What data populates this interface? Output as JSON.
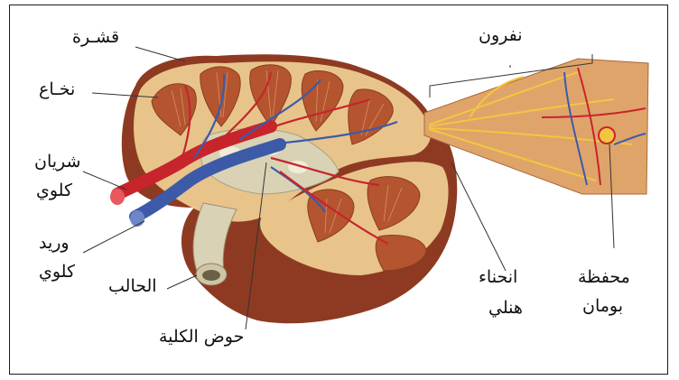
{
  "diagram": {
    "labels": {
      "cortex": "قشـرة",
      "medulla": "نخـاع",
      "renal_artery_l1": "شريان",
      "renal_artery_l2": "كلوي",
      "renal_vein_l1": "وريد",
      "renal_vein_l2": "كلوي",
      "ureter": "الحالب",
      "renal_pelvis": "حوض الكلية",
      "nephron": "نفرون",
      "loop_of_henle_l1": "انحناء",
      "loop_of_henle_l2": "هنلي",
      "bowman_capsule_l1": "محفظة",
      "bowman_capsule_l2": "بومان"
    },
    "colors": {
      "kidney_outer": "#8e3a22",
      "kidney_cut": "#e8c48a",
      "pyramid": "#b4552f",
      "artery": "#c8242c",
      "vein": "#3d5aa8",
      "pelvis": "#d9d2b4",
      "nephron_tissue": "#dfa46a",
      "nephron_tubule": "#f2c640"
    }
  }
}
